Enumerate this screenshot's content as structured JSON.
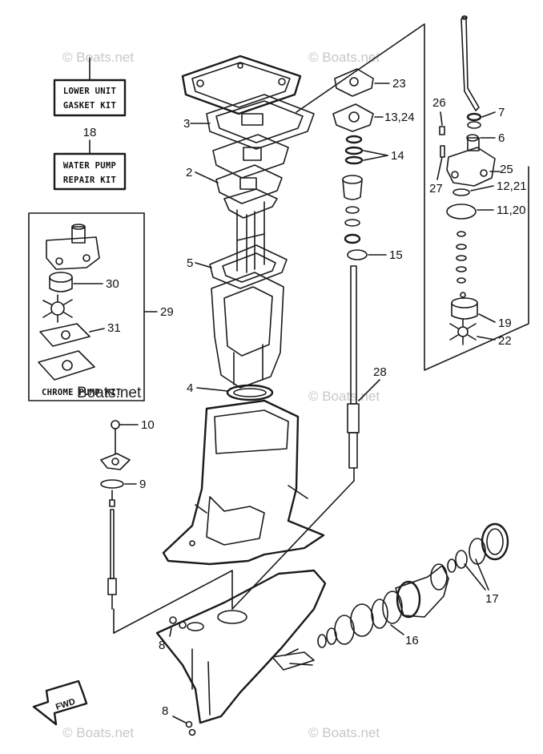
{
  "watermark": "© Boats.net",
  "watermark_dark": "Boats.net",
  "kits": {
    "lower_unit_gasket": {
      "line1": "LOWER UNIT",
      "line2": "GASKET KIT"
    },
    "water_pump_repair": {
      "number": "18",
      "line1": "WATER PUMP",
      "line2": "REPAIR KIT"
    },
    "chrome_pump": {
      "number": "29",
      "label": "CHROME PUMP KIT"
    }
  },
  "callouts": {
    "c2": "2",
    "c3": "3",
    "c4": "4",
    "c5": "5",
    "c6": "6",
    "c7": "7",
    "c8a": "8",
    "c8b": "8",
    "c9": "9",
    "c10": "10",
    "c11_20": "11,20",
    "c12_21": "12,21",
    "c13_24": "13,24",
    "c14": "14",
    "c15": "15",
    "c16": "16",
    "c17": "17",
    "c19": "19",
    "c22": "22",
    "c23": "23",
    "c25": "25",
    "c26": "26",
    "c27": "27",
    "c28": "28",
    "c30": "30",
    "c31": "31"
  },
  "fwd": "FWD"
}
